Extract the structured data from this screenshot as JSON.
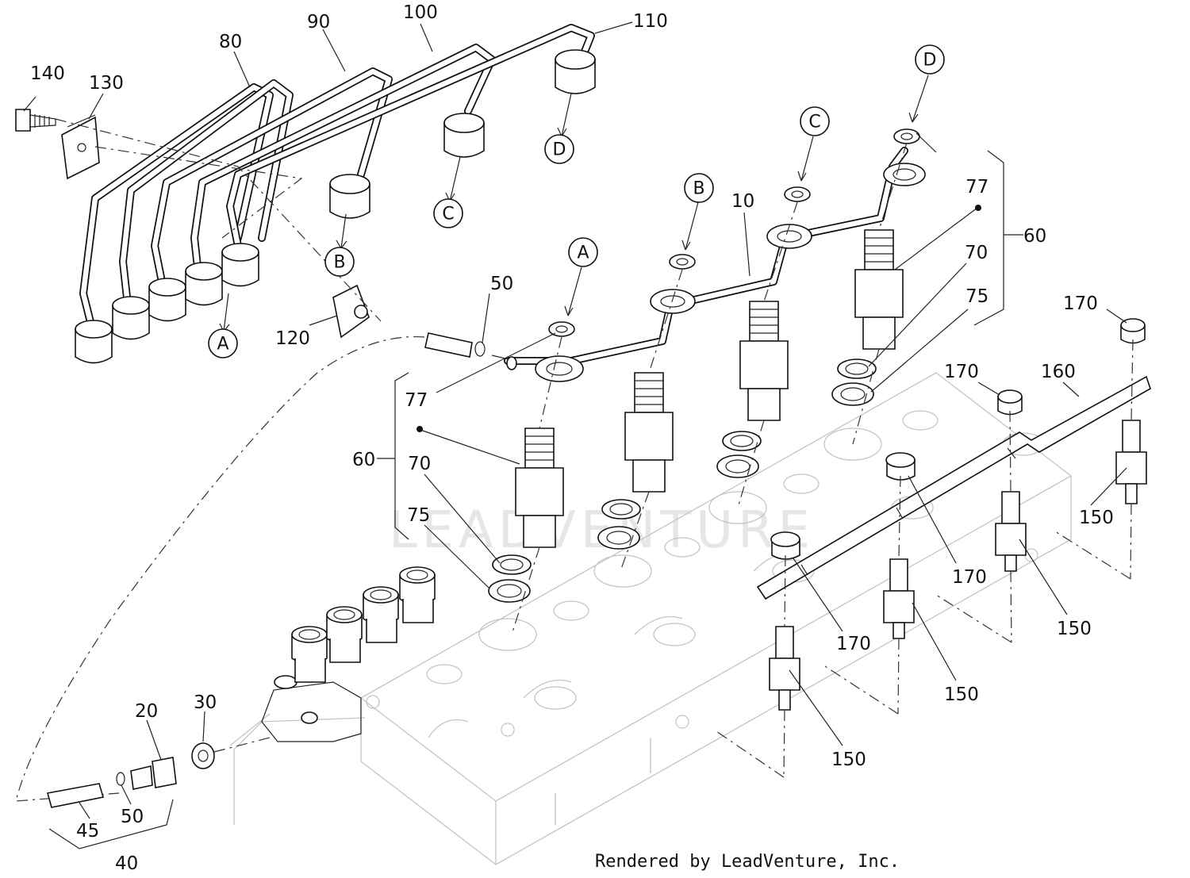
{
  "footer": "Rendered by LeadVenture, Inc.",
  "watermark": "LEADVENTURE",
  "callouts": {
    "c140": "140",
    "c130": "130",
    "c80": "80",
    "c90": "90",
    "c100": "100",
    "c110": "110",
    "c120": "120",
    "c10": "10",
    "c50a": "50",
    "c50b": "50",
    "c77a": "77",
    "c77b": "77",
    "c60a": "60",
    "c60b": "60",
    "c70a": "70",
    "c70b": "70",
    "c75a": "75",
    "c75b": "75",
    "c170a": "170",
    "c170b": "170",
    "c170c": "170",
    "c170d": "170",
    "c160": "160",
    "c150a": "150",
    "c150b": "150",
    "c150c": "150",
    "c150d": "150",
    "c20": "20",
    "c30": "30",
    "c45": "45",
    "c40": "40"
  },
  "refs": {
    "a1": "A",
    "b1": "B",
    "c1": "C",
    "d1": "D",
    "a2": "A",
    "b2": "B",
    "c2": "C",
    "d2": "D"
  }
}
